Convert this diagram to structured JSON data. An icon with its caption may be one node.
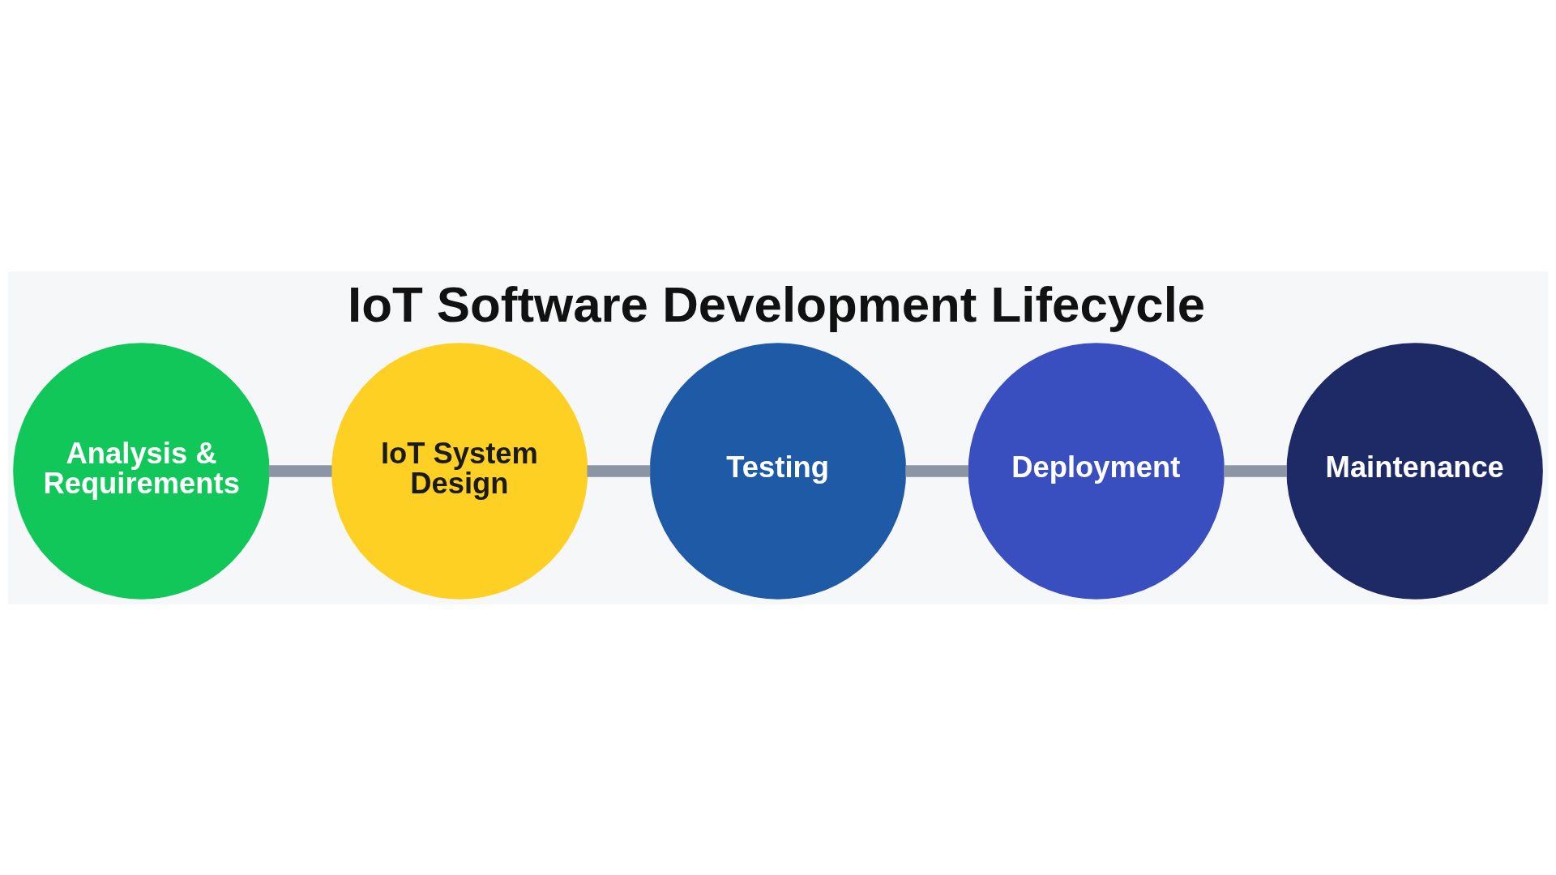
{
  "diagram": {
    "title": "IoT Software Development Lifecycle",
    "nodes": [
      {
        "text": [
          "Analysis & Requirements"
        ]
      },
      {
        "text": [
          "IoT System Design"
        ]
      },
      {
        "text": [
          "Testing"
        ]
      },
      {
        "text": [
          "Deployment"
        ]
      },
      {
        "text": [
          "Maintenance"
        ]
      }
    ],
    "edges": [
      {
        "from": 0,
        "to": 1,
        "arrow": "none"
      },
      {
        "from": 1,
        "to": 2,
        "arrow": "none"
      },
      {
        "from": 2,
        "to": 3,
        "arrow": "none"
      },
      {
        "from": 3,
        "to": 4,
        "arrow": "none"
      }
    ]
  }
}
